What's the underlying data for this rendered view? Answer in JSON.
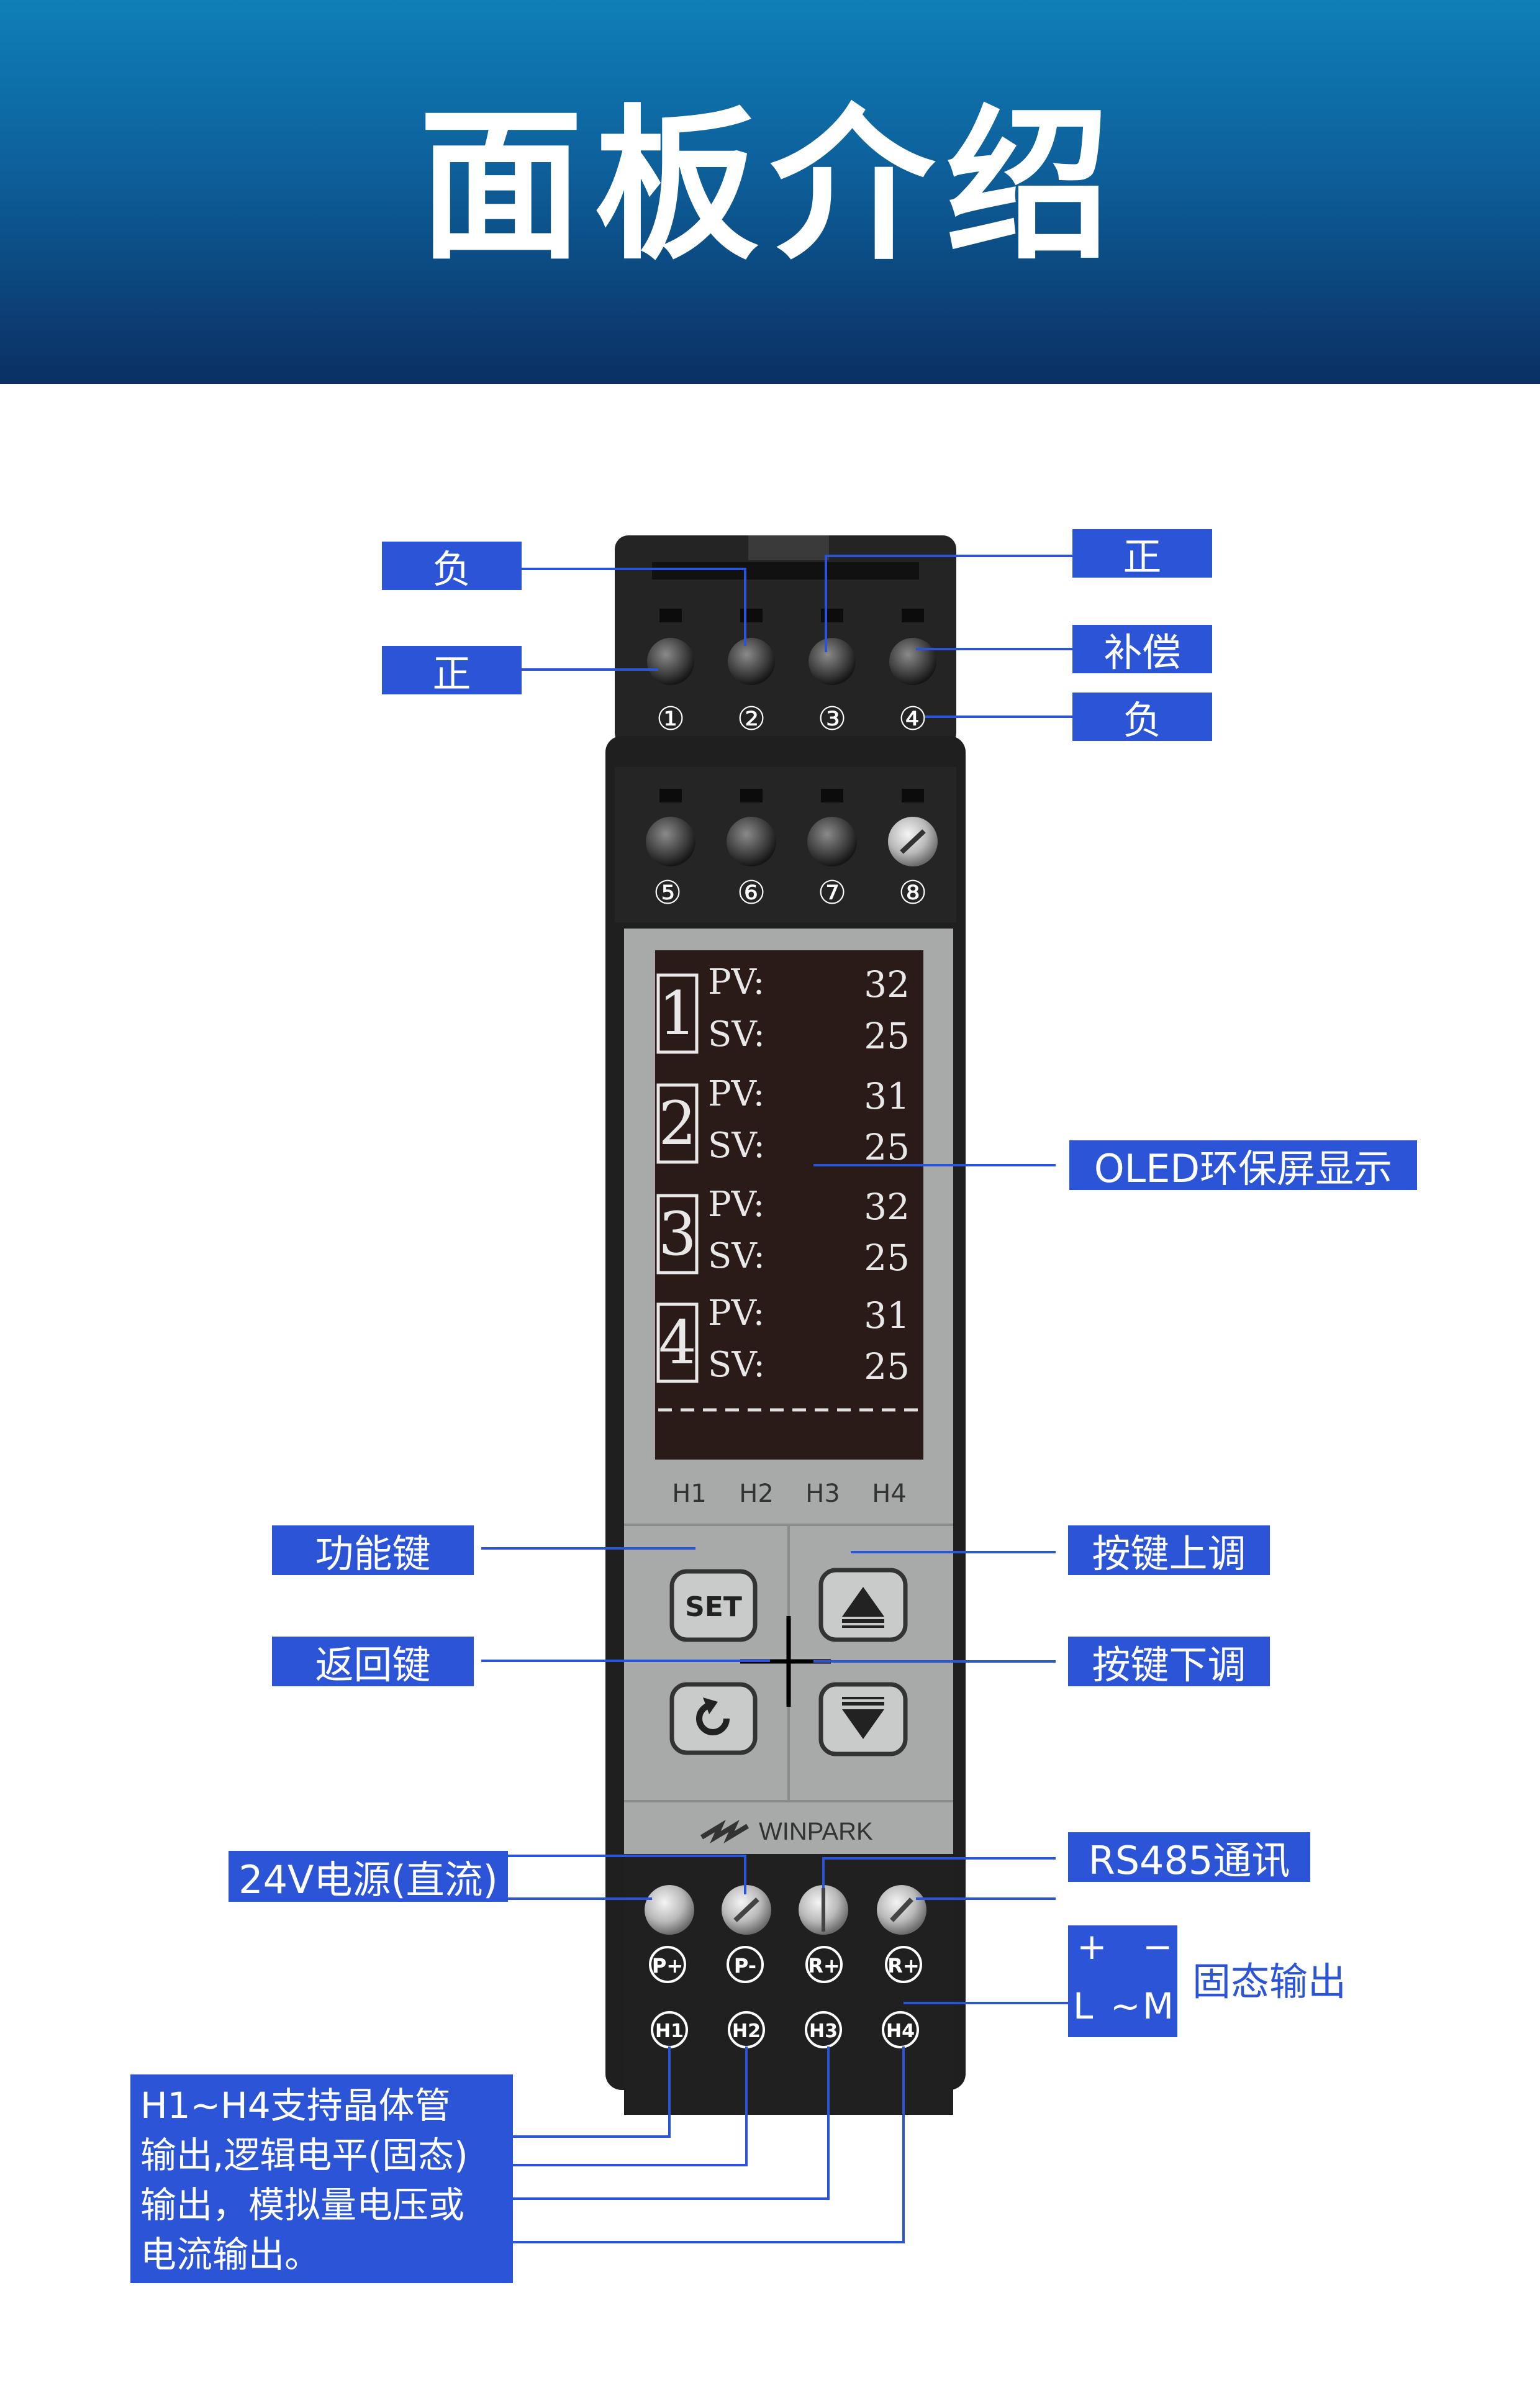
{
  "title": "面板介绍",
  "labels": {
    "top_left_1": "负",
    "top_left_2": "正",
    "top_right_1": "正",
    "top_right_2": "补偿",
    "top_right_3": "负",
    "oled": "OLED环保屏显示",
    "func_key": "功能键",
    "back_key": "返回键",
    "up_key": "按键上调",
    "down_key": "按键下调",
    "power": "24V电源(直流)",
    "rs485": "RS485通讯",
    "ssr_output": "固态输出"
  },
  "ssr_box": {
    "plus": "+",
    "minus": "−",
    "l": "L",
    "tilde": "~",
    "m": "M"
  },
  "description_lines": [
    "H1~H4支持晶体管",
    "输出,逻辑电平(固态)",
    "输出，模拟量电压或",
    "电流输出。"
  ],
  "terminals_top": [
    "①",
    "②",
    "③",
    "④"
  ],
  "terminals_mid": [
    "⑤",
    "⑥",
    "⑦",
    "⑧"
  ],
  "terminals_bottom_top": [
    "P+",
    "P-",
    "R+",
    "R+"
  ],
  "terminals_bottom_bot": [
    "H1",
    "H2",
    "H3",
    "H4"
  ],
  "channels": [
    {
      "num": "1",
      "pv_label": "PV:",
      "pv": "32",
      "sv_label": "SV:",
      "sv": "25"
    },
    {
      "num": "2",
      "pv_label": "PV:",
      "pv": "31",
      "sv_label": "SV:",
      "sv": "25"
    },
    {
      "num": "3",
      "pv_label": "PV:",
      "pv": "32",
      "sv_label": "SV:",
      "sv": "25"
    },
    {
      "num": "4",
      "pv_label": "PV:",
      "pv": "31",
      "sv_label": "SV:",
      "sv": "25"
    }
  ],
  "indicators": [
    "H1",
    "H2",
    "H3",
    "H4"
  ],
  "buttons": {
    "set": "SET"
  },
  "brand": "WINPARK",
  "colors": {
    "label_bg": "#2b55d6",
    "device_body": "#1f1f1f",
    "panel_gray": "#a7aaa9",
    "oled_bg": "#2a1a18"
  }
}
